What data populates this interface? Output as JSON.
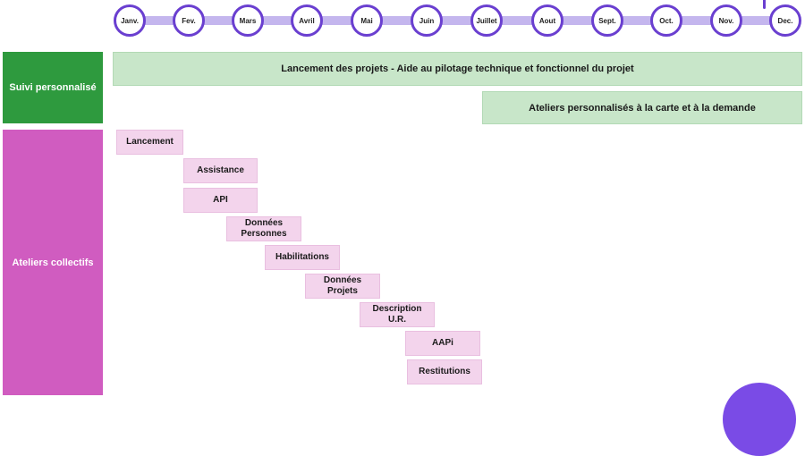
{
  "timeline": {
    "months": [
      "Janv.",
      "Fev.",
      "Mars",
      "Avril",
      "Mai",
      "Juin",
      "Juillet",
      "Aout",
      "Sept.",
      "Oct.",
      "Nov.",
      "Dec."
    ]
  },
  "lanes": {
    "suivi": "Suivi personnalisé",
    "ateliers": "Ateliers collectifs"
  },
  "suivi_bars": {
    "lancement_projets": "Lancement des projets - Aide au pilotage technique et fonctionnel du projet",
    "ateliers_perso": "Ateliers personnalisés à la carte et à la demande"
  },
  "workshops": [
    {
      "label": "Lancement"
    },
    {
      "label": "Assistance"
    },
    {
      "label": "API"
    },
    {
      "label": "Données\nPersonnes"
    },
    {
      "label": "Habilitations"
    },
    {
      "label": "Données\nProjets"
    },
    {
      "label": "Description\nU.R."
    },
    {
      "label": "AAPi"
    },
    {
      "label": "Restitutions"
    }
  ],
  "colors": {
    "timeline_bar": "#c4b6ee",
    "month_circle": "#6a3fd0",
    "suivi_lane": "#2e9a3e",
    "ateliers_lane": "#d05cc0",
    "green_bar": "#c8e6c9",
    "pink_box": "#f3d4ec"
  }
}
